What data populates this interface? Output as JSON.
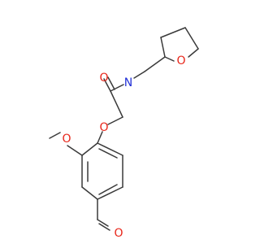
{
  "molecule": {
    "atoms": {
      "O_carbonyl": "O",
      "N_amide": "N",
      "O_ether": "O",
      "O_ring": "O",
      "O_methoxy": "O",
      "O_aldehyde": "O"
    }
  },
  "colors": {
    "bond": "#3a3a3a",
    "oxygen": "#e8261a",
    "nitrogen": "#2230d6",
    "background": "#ffffff"
  }
}
